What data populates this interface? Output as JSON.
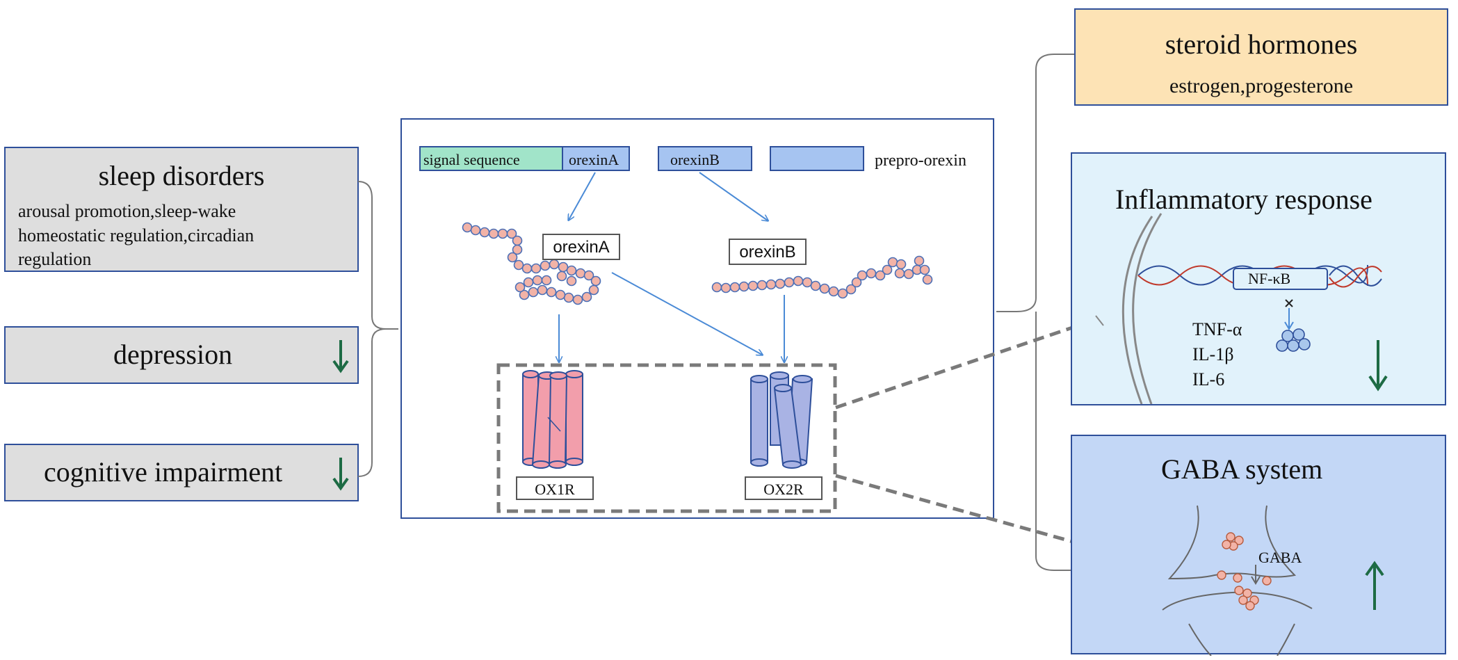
{
  "left": {
    "sleep": {
      "title": "sleep disorders",
      "lines": [
        "arousal promotion,sleep-wake",
        "homeostatic regulation,circadian",
        "regulation"
      ]
    },
    "depression": {
      "title": "depression",
      "trend": "down"
    },
    "cognitive": {
      "title": "cognitive impairment",
      "trend": "down"
    }
  },
  "center": {
    "signal_sequence": "signal sequence",
    "orexinA_segment": "orexinA",
    "orexinB_segment": "orexinB",
    "prepro_label": "prepro-orexin",
    "orexinA_label": "orexinA",
    "orexinB_label": "orexinB",
    "ox1r_label": "OX1R",
    "ox2r_label": "OX2R"
  },
  "right": {
    "steroid": {
      "title": "steroid hormones",
      "subtitle": "estrogen,progesterone"
    },
    "inflammatory": {
      "title": "Inflammatory response",
      "nfkb": "NF-κB",
      "cytokines": [
        "TNF-α",
        "IL-1β",
        "IL-6"
      ],
      "trend": "down"
    },
    "gaba": {
      "title": "GABA system",
      "gaba_label": "GABA",
      "trend": "up"
    }
  },
  "colors": {
    "box_border": "#2e4f9a",
    "left_fill": "#dedede",
    "steroid_fill": "#fde3b5",
    "inflammatory_fill": "#e1f2fb",
    "gaba_fill": "#c3d7f6",
    "signal_fill": "#a1e4c9",
    "orexin_fill": "#a6c4f1",
    "trend_arrow": "#1d6b44",
    "ox1r": "#f29eab",
    "ox2r": "#a9b3e4",
    "bead_fill": "#f2b3a7",
    "bead_stroke": "#4b6fb6"
  }
}
